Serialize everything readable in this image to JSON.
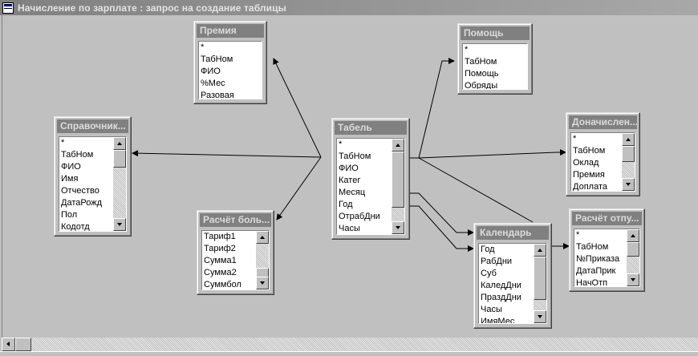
{
  "window": {
    "title": "Начисление по зарплате : запрос на создание таблицы",
    "icon": "query-window-icon"
  },
  "tables": {
    "premia": {
      "title": "Премия",
      "fields": [
        "*",
        "ТабНом",
        "ФИО",
        "%Мес",
        "Разовая"
      ]
    },
    "pomosh": {
      "title": "Помощь",
      "fields": [
        "*",
        "ТабНом",
        "Помощь",
        "Обряды"
      ]
    },
    "spravochnik": {
      "title": "Справочник...",
      "fields": [
        "*",
        "ТабНом",
        "ФИО",
        "Имя",
        "Отчество",
        "ДатаРожд",
        "Пол",
        "Кодотд"
      ]
    },
    "tabel": {
      "title": "Табель",
      "fields": [
        "*",
        "ТабНом",
        "ФИО",
        "Катег",
        "Месяц",
        "Год",
        "ОтрабДни",
        "Часы"
      ]
    },
    "donachislen": {
      "title": "Доначислен...",
      "fields": [
        "*",
        "ТабНом",
        "Оклад",
        "Премия",
        "Доплата"
      ]
    },
    "raschet_bol": {
      "title": "Расчёт боль...",
      "fields": [
        "Тариф1",
        "Тариф2",
        "Сумма1",
        "Сумма2",
        "Суммбол"
      ]
    },
    "kalendar": {
      "title": "Календарь",
      "fields": [
        "Год",
        "РабДни",
        "Суб",
        "КаледДни",
        "ПраздДни",
        "Часы",
        "ИмяМес"
      ]
    },
    "raschet_otp": {
      "title": "Расчёт отпу...",
      "fields": [
        "*",
        "ТабНом",
        "№Приказа",
        "ДатаПрик",
        "НачОтп"
      ]
    }
  }
}
